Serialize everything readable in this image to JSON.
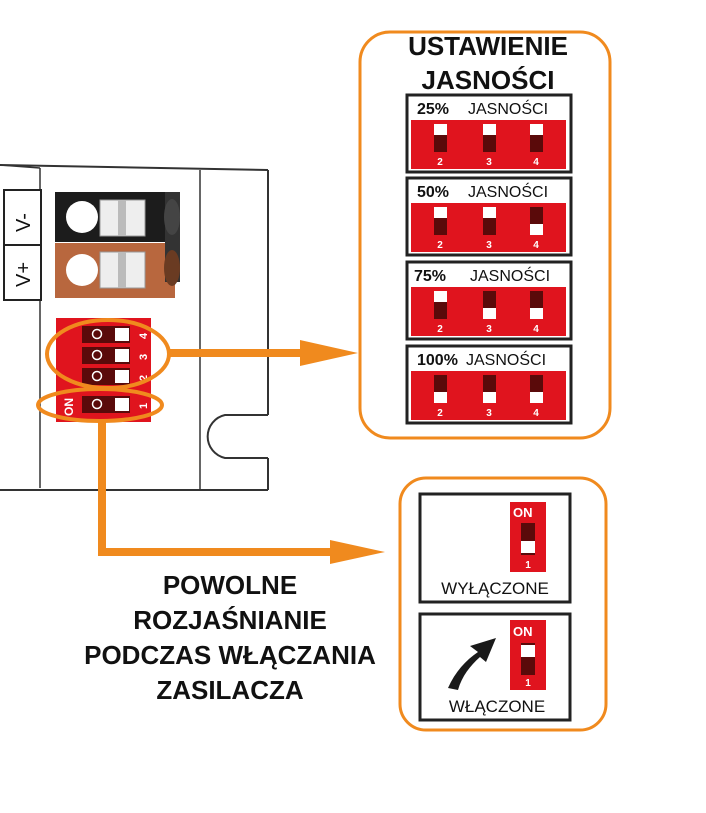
{
  "device": {
    "terminals": [
      {
        "label": "V-",
        "color": "#1a1a1a"
      },
      {
        "label": "V+",
        "color": "#b8673e"
      }
    ],
    "dip_switch": {
      "on_label": "ON",
      "switch_labels": [
        "4",
        "3",
        "2",
        "1"
      ],
      "color": "#e0141e"
    }
  },
  "brightness_panel": {
    "title_line1": "USTAWIENIE",
    "title_line2": "JASNOŚCI",
    "settings": [
      {
        "percent": "25%",
        "word": "JASNOŚCI",
        "switch_numbers": [
          "2",
          "3",
          "4"
        ]
      },
      {
        "percent": "50%",
        "word": "JASNOŚCI",
        "switch_numbers": [
          "2",
          "3",
          "4"
        ]
      },
      {
        "percent": "75%",
        "word": "JASNOŚCI",
        "switch_numbers": [
          "2",
          "3",
          "4"
        ]
      },
      {
        "percent": "100%",
        "word": "JASNOŚCI",
        "switch_numbers": [
          "2",
          "3",
          "4"
        ]
      }
    ]
  },
  "softstart_panel": {
    "states": [
      {
        "label": "WYŁĄCZONE",
        "on_label": "ON",
        "switch_number": "1"
      },
      {
        "label": "WŁĄCZONE",
        "on_label": "ON",
        "switch_number": "1"
      }
    ]
  },
  "caption": {
    "lines": [
      "POWOLNE",
      "ROZJAŚNIANIE",
      "PODCZAS WŁĄCZANIA",
      "ZASILACZA"
    ]
  },
  "colors": {
    "accent_orange": "#f08a1e",
    "dip_red": "#e0141e",
    "dark": "#1a1a1a"
  }
}
